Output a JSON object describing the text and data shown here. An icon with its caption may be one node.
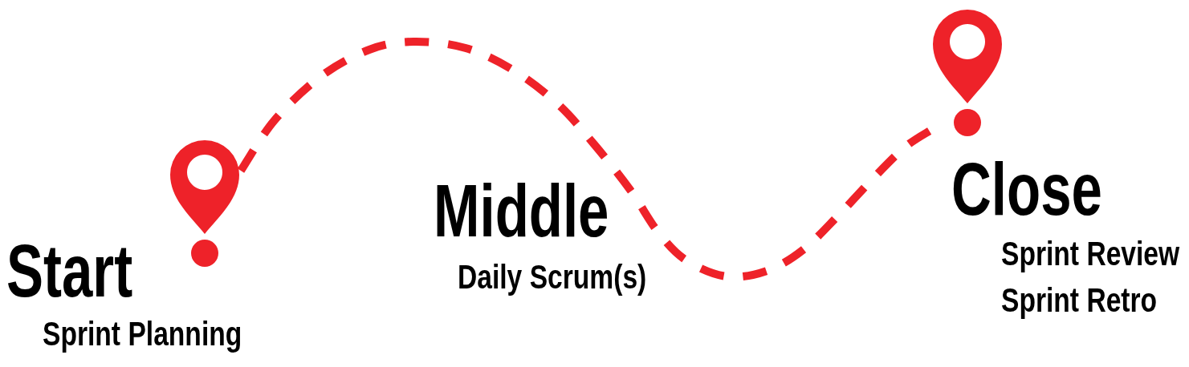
{
  "diagram": {
    "nodes": [
      {
        "text": [],
        "shape": "pin",
        "beside": [
          "Start",
          "Sprint Planning"
        ]
      },
      {
        "text": [],
        "shape": "pin",
        "beside": [
          "Close",
          "Sprint Review",
          "Sprint Retro"
        ]
      }
    ],
    "edges": [
      {
        "from": 0,
        "to": 1,
        "arrow": "none",
        "style": "dashed",
        "color": "#ee2229"
      }
    ],
    "labels": [
      "Middle",
      "Daily Scrum(s)"
    ]
  }
}
